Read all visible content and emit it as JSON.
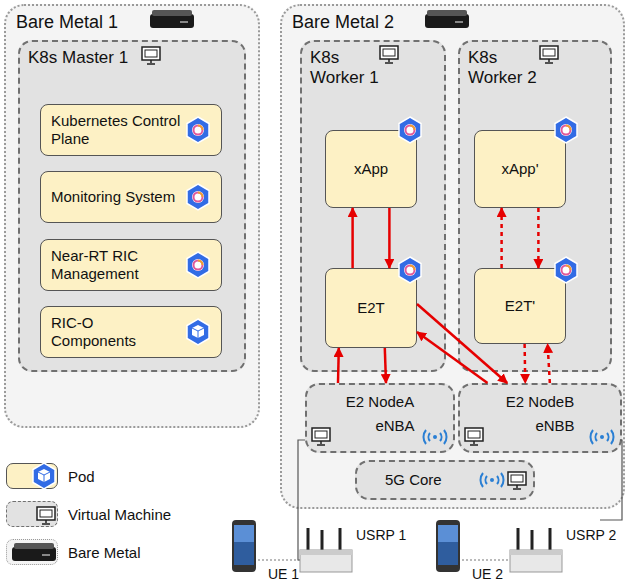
{
  "diagram": {
    "nodes": [
      {
        "text": [
          "Bare Metal 1"
        ]
      },
      {
        "text": [
          "K8s Master 1"
        ],
        "in": 0
      },
      {
        "text": [
          "Kubernetes Control Plane"
        ],
        "in": 1
      },
      {
        "text": [
          "Monitoring System"
        ],
        "in": 1
      },
      {
        "text": [
          "Near-RT RIC Management"
        ],
        "in": 1
      },
      {
        "text": [
          "RIC-O Components"
        ],
        "in": 1
      },
      {
        "text": [
          "Bare Metal 2"
        ]
      },
      {
        "text": [
          "K8s Worker 1"
        ],
        "in": 6
      },
      {
        "text": [
          "xApp"
        ],
        "in": 7
      },
      {
        "text": [
          "E2T"
        ],
        "in": 7
      },
      {
        "text": [
          "K8s Worker 2"
        ],
        "in": 6
      },
      {
        "text": [
          "xApp'"
        ],
        "in": 10
      },
      {
        "text": [
          "E2T'"
        ],
        "in": 10
      },
      {
        "text": [
          "E2 NodeA",
          "eNBA"
        ],
        "in": 6
      },
      {
        "text": [
          "E2 NodeB",
          "eNBB"
        ],
        "in": 6
      },
      {
        "text": [
          "5G Core"
        ],
        "in": 6
      }
    ],
    "edges": [
      {
        "from": 8,
        "to": 9,
        "arrow": "to"
      },
      {
        "from": 9,
        "to": 8,
        "arrow": "to"
      },
      {
        "from": 9,
        "to": 13,
        "arrow": "to"
      },
      {
        "from": 13,
        "to": 9,
        "arrow": "to"
      },
      {
        "from": 9,
        "to": 14,
        "arrow": "to"
      },
      {
        "from": 14,
        "to": 9,
        "arrow": "to"
      },
      {
        "from": 11,
        "to": 12,
        "arrow": "to"
      },
      {
        "from": 12,
        "to": 11,
        "arrow": "to"
      },
      {
        "from": 12,
        "to": 14,
        "arrow": "to"
      },
      {
        "from": 14,
        "to": 12,
        "arrow": "to"
      }
    ],
    "labels": [
      "USRP 1",
      "UE 1",
      "USRP 2",
      "UE 2"
    ],
    "legend": [
      {
        "text": "Pod",
        "color": "#fdf1c5"
      },
      {
        "text": "Virtual Machine",
        "color": "#e2e2e2"
      },
      {
        "text": "Bare Metal",
        "color": "#f4f4f4"
      }
    ]
  }
}
